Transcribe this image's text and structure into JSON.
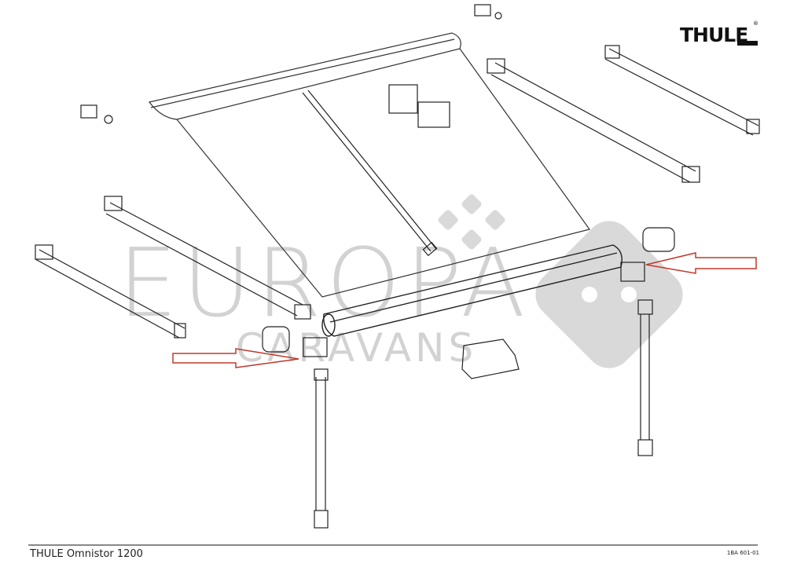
{
  "brand": {
    "logo_text": "THULE",
    "logo_registered": "®"
  },
  "watermark": {
    "line1": "EUROPA",
    "line2": "CARAVANS"
  },
  "footer": {
    "title": "THULE Omnistor 1200",
    "code": "1BA 601-01"
  },
  "colors": {
    "line": "#222222",
    "highlight_arrow": "#c0392b",
    "watermark": "#c8c8c8"
  }
}
